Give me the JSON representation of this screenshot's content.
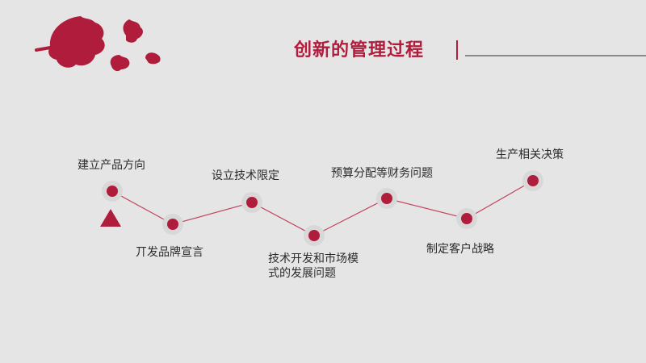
{
  "header": {
    "title": "创新的管理过程"
  },
  "colors": {
    "accent": "#b01d3c",
    "line": "#c2445e",
    "halo": "#d9d8d8",
    "background": "#e6e5e5",
    "text": "#2b2b2b"
  },
  "steps": [
    {
      "label": "建立产品方向"
    },
    {
      "label": "丌发品牌宣言"
    },
    {
      "label": "设立技术限定"
    },
    {
      "label": "技术开发和市场模式的发展问题"
    },
    {
      "label": "预算分配等财务问题"
    },
    {
      "label": "制定客户战略"
    },
    {
      "label": "生产相关决策"
    }
  ]
}
